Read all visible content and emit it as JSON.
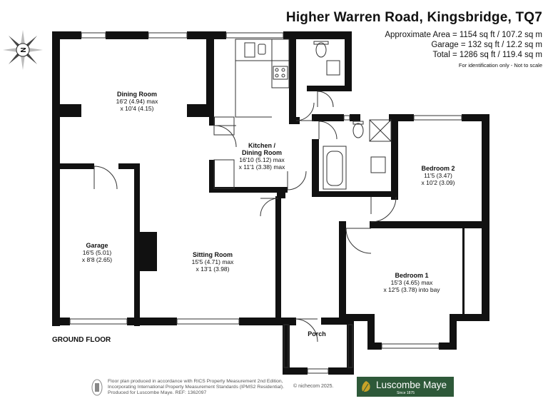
{
  "header": {
    "title": "Higher Warren Road, Kingsbridge, TQ7",
    "approx_area": "Approximate Area = 1154 sq ft / 107.2 sq m",
    "garage_area": "Garage = 132 sq ft / 12.2 sq m",
    "total_area": "Total = 1286 sq ft / 119.4 sq m",
    "note": "For identification only - Not to scale"
  },
  "compass": {
    "label": "N"
  },
  "floor_label": "GROUND FLOOR",
  "rooms": {
    "dining": {
      "name": "Dining Room",
      "dim1": "16'2 (4.94) max",
      "dim2": "x 10'4 (4.15)"
    },
    "kitchen": {
      "name1": "Kitchen /",
      "name2": "Dining Room",
      "dim1": "16'10 (5.12) max",
      "dim2": "x 11'1 (3.38) max"
    },
    "bedroom2": {
      "name": "Bedroom 2",
      "dim1": "11'5 (3.47)",
      "dim2": "x 10'2 (3.09)"
    },
    "garage": {
      "name": "Garage",
      "dim1": "16'5 (5.01)",
      "dim2": "x 8'8 (2.65)"
    },
    "sitting": {
      "name": "Sitting Room",
      "dim1": "15'5 (4.71) max",
      "dim2": "x 13'1 (3.98)"
    },
    "bedroom1": {
      "name": "Bedroom 1",
      "dim1": "15'3 (4.65) max",
      "dim2": "x 12'5 (3.78) into bay"
    },
    "porch": {
      "name": "Porch"
    }
  },
  "footer": {
    "line1": "Floor plan produced in accordance with RICS Property Measurement 2nd Edition,",
    "line2": "Incorporating International Property Measurement Standards (IPMS2 Residential).",
    "line3": "Produced for Luscombe Maye.  REF: 1362097",
    "copyright": "© nichecom 2025."
  },
  "logo": {
    "name": "Luscombe Maye",
    "since": "Since 1875"
  },
  "colors": {
    "wall": "#111111",
    "logo_bg": "#2e5939"
  }
}
